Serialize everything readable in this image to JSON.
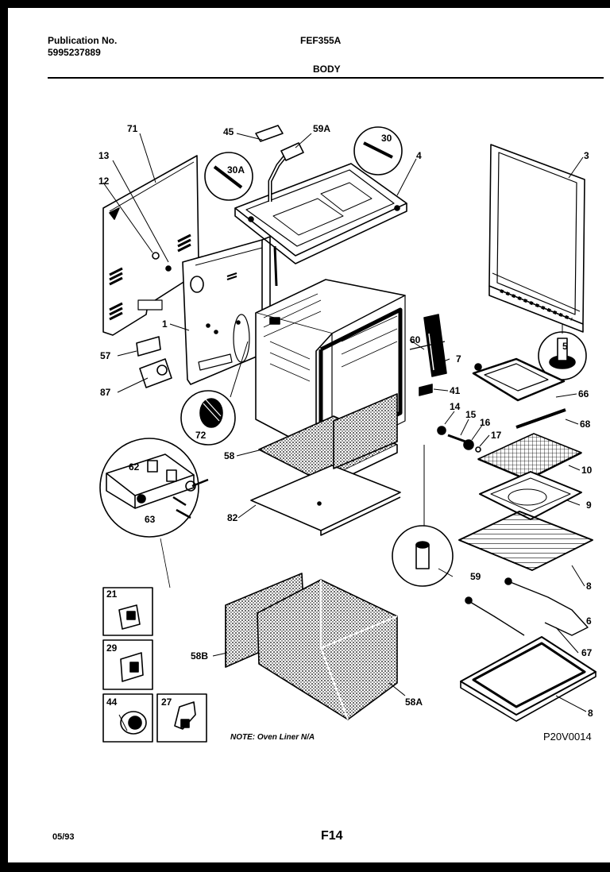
{
  "header": {
    "publication_label": "Publication No.",
    "publication_number": "5995237889",
    "model": "FEF355A",
    "section": "BODY"
  },
  "footer": {
    "date": "05/93",
    "page": "F14"
  },
  "diagram_code": "P20V0014",
  "note": "NOTE: Oven Liner N/A",
  "callouts": {
    "c71": "71",
    "c13": "13",
    "c12": "12",
    "c45": "45",
    "c59A": "59A",
    "c30A": "30A",
    "c30": "30",
    "c4": "4",
    "c3": "3",
    "c1": "1",
    "c57": "57",
    "c87": "87",
    "c72": "72",
    "c60": "60",
    "c7": "7",
    "c41": "41",
    "c66": "66",
    "c68": "68",
    "c14": "14",
    "c15": "15",
    "c16": "16",
    "c17": "17",
    "c5": "5",
    "c10": "10",
    "c9": "9",
    "c8": "8",
    "c58": "58",
    "c82": "82",
    "c62": "62",
    "c63": "63",
    "c59": "59",
    "c6": "6",
    "c21": "21",
    "c29": "29",
    "c44": "44",
    "c27": "27",
    "c58B": "58B",
    "c58A": "58A",
    "c67": "67",
    "c8b": "8"
  },
  "colors": {
    "ink": "#000000",
    "paper": "#ffffff",
    "frame": "#000000"
  }
}
